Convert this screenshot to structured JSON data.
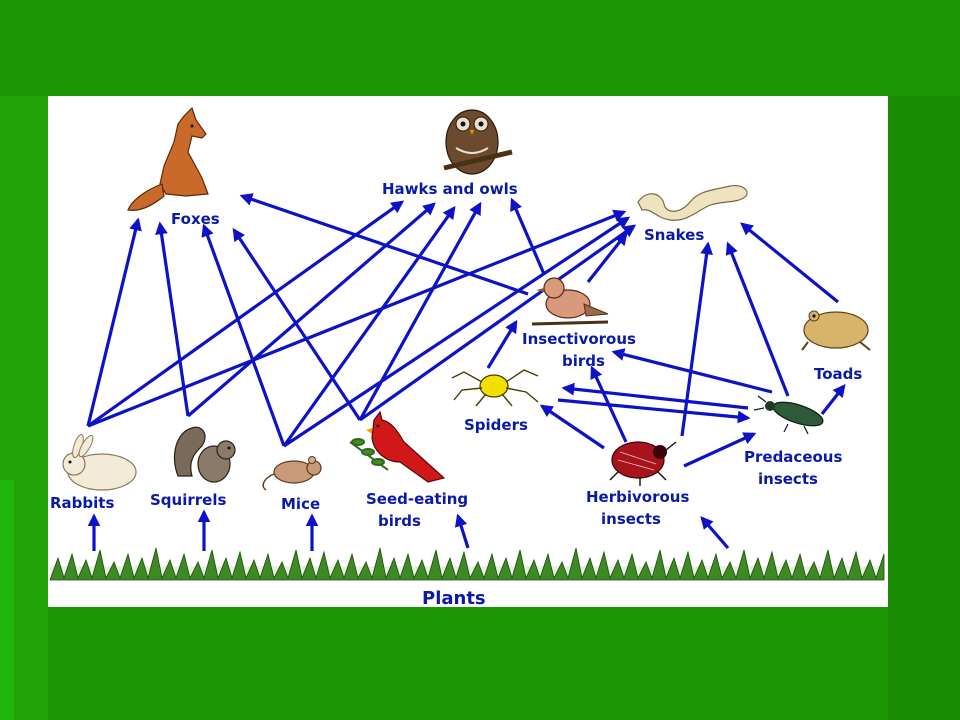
{
  "slide": {
    "background_color": "#1f9a05",
    "panel_color": "#ffffff"
  },
  "diagram": {
    "label_color": "#0a1aa8",
    "arrow_color": "#0d12c8",
    "nodes": {
      "foxes": "Foxes",
      "hawks_owls": "Hawks and owls",
      "snakes": "Snakes",
      "insectivorous_birds_1": "Insectivorous",
      "insectivorous_birds_2": "birds",
      "toads": "Toads",
      "spiders": "Spiders",
      "predaceous_1": "Predaceous",
      "predaceous_2": "insects",
      "rabbits": "Rabbits",
      "squirrels": "Squirrels",
      "mice": "Mice",
      "seed_birds_1": "Seed-eating",
      "seed_birds_2": "birds",
      "herbivorous_1": "Herbivorous",
      "herbivorous_2": "insects",
      "plants": "Plants"
    },
    "icons": [
      "fox-icon",
      "owl-icon",
      "snake-icon",
      "bird-icon",
      "toad-icon",
      "spider-icon",
      "beetle-icon",
      "rabbit-icon",
      "squirrel-icon",
      "mouse-icon",
      "cardinal-icon",
      "ladybug-beetle-icon",
      "grass-icon"
    ]
  }
}
